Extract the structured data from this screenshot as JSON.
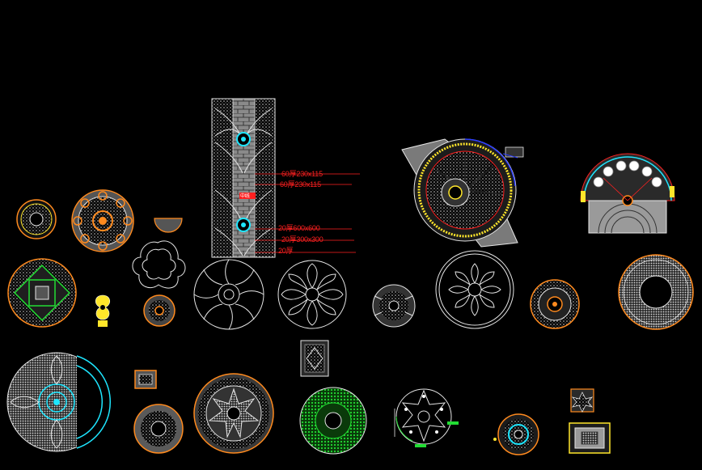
{
  "colors": {
    "background": "#000000",
    "line_white": "#e6e6e6",
    "line_grey": "#9a9a9a",
    "accent_orange": "#ff8a1e",
    "accent_cyan": "#1ee6ff",
    "accent_yellow": "#ffe62a",
    "accent_green": "#22dd33",
    "accent_red": "#ff2020",
    "accent_blue": "#2a3cff",
    "accent_magenta": "#ff33ff"
  },
  "annotations": {
    "strip_label_1a": "60厚230x115",
    "strip_label_1b": "60厚230x115",
    "strip_center_mark": "中线",
    "strip_label_2a": "20厚600x600",
    "strip_label_2b": "20厚300x300",
    "strip_label_2c": "20厚"
  }
}
